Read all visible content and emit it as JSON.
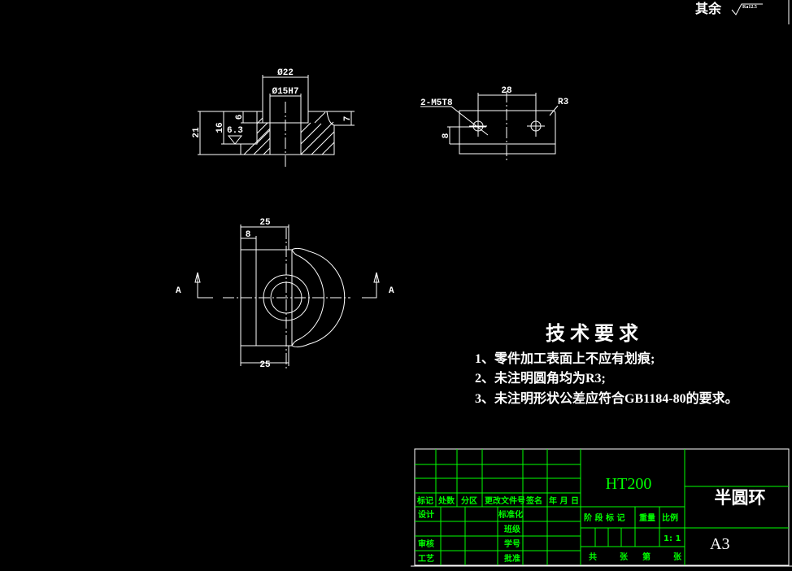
{
  "roughness_note": {
    "label": "其余",
    "value": "Ra12.5"
  },
  "section_view": {
    "dims": {
      "d22": "Ø22",
      "d15": "Ø15H7",
      "h21": "21",
      "h16": "16",
      "h6": "6",
      "h7": "7",
      "ra": "6.3"
    }
  },
  "top_view": {
    "dims": {
      "spacing": "28",
      "hole_label": "2-M5T8",
      "radius": "R3",
      "h8": "8"
    }
  },
  "plan_view": {
    "dims": {
      "top25": "25",
      "w8": "8",
      "bottom25": "25"
    },
    "section_letter": "A"
  },
  "tech_requirements": {
    "title": "技 术 要 求",
    "items": [
      "1、零件加工表面上不应有划痕;",
      "2、未注明圆角均为R3;",
      "3、未注明形状公差应符合GB1184-80的要求。"
    ]
  },
  "title_block": {
    "material": "HT200",
    "part_name": "半圆环",
    "sheet_size": "A3",
    "scale": "1: 1",
    "header": [
      "标记",
      "处数",
      "分区",
      "更改文件号",
      "签名",
      "年 月 日"
    ],
    "rows": [
      "设计",
      "标准化",
      "班级",
      "审核",
      "学号",
      "工艺",
      "批准"
    ],
    "stage_labels": [
      "阶 段 标 记",
      "重量",
      "比例"
    ],
    "sheet_labels": [
      "共",
      "张",
      "第",
      "张"
    ]
  },
  "colors": {
    "lines": "#ffffff",
    "title_block": "#00ff00",
    "background": "#000000"
  }
}
